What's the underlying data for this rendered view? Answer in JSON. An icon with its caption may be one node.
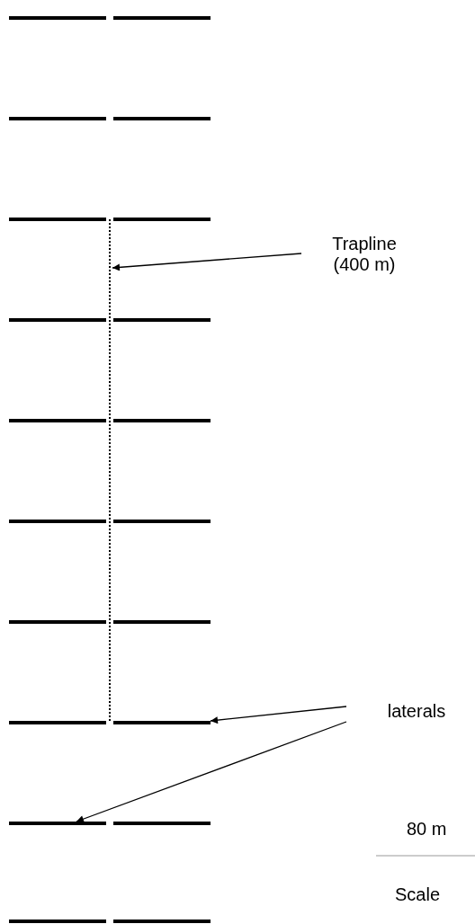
{
  "diagram": {
    "nodes": [
      {
        "text": [
          "Trapline (400 m)"
        ]
      },
      {
        "text": [],
        "shape": "line"
      },
      {
        "text": [
          "laterals"
        ]
      },
      {
        "text": [],
        "shape": "line"
      },
      {
        "text": [],
        "shape": "line"
      }
    ],
    "edges": [
      {
        "from": 0,
        "to": 1,
        "arrow": "to"
      },
      {
        "from": 2,
        "to": 3,
        "arrow": "to"
      },
      {
        "from": 2,
        "to": 4,
        "arrow": "to"
      }
    ],
    "labels": [
      "80 m",
      "Scale"
    ]
  }
}
